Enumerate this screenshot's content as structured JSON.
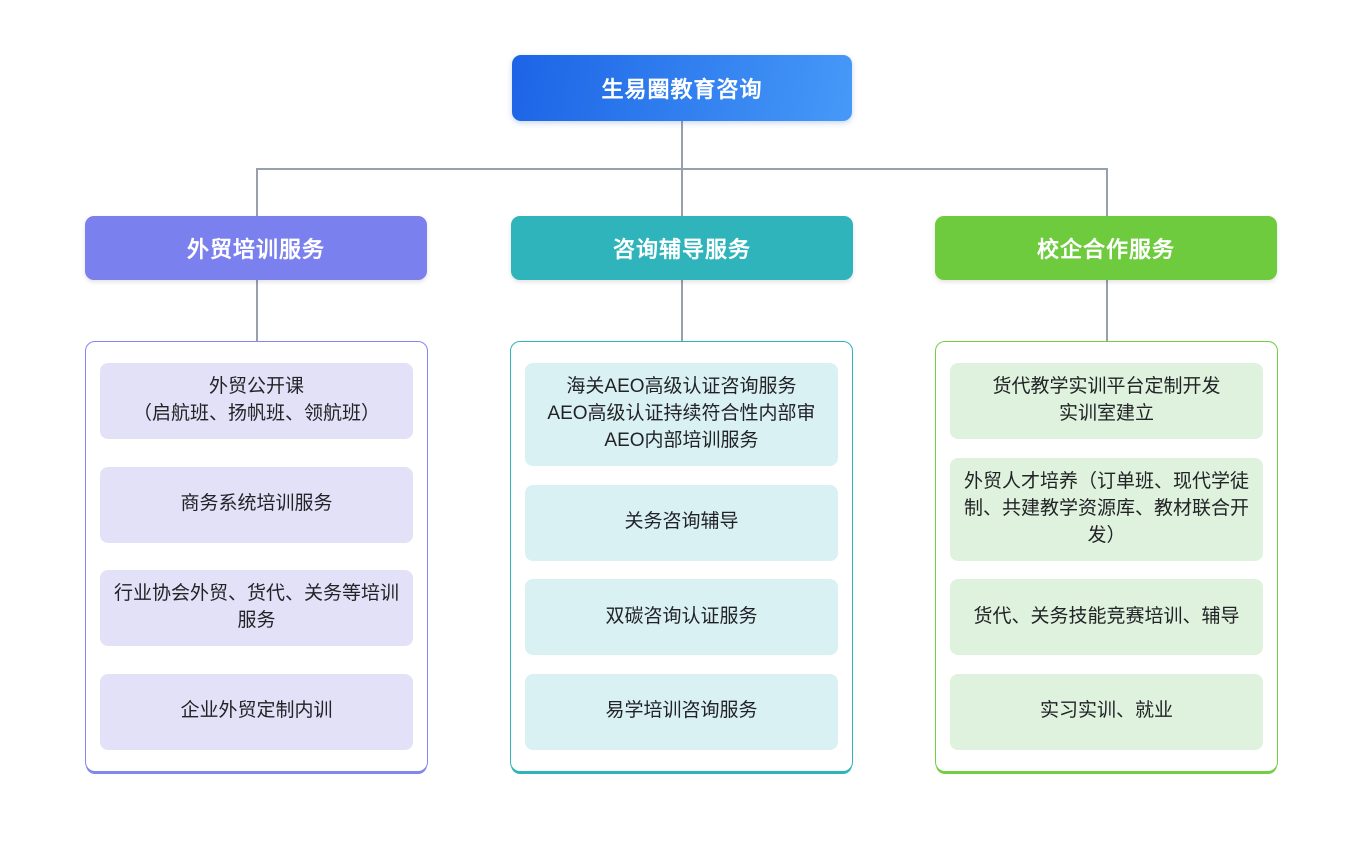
{
  "diagram": {
    "title": "生易圈教育咨询",
    "colors": {
      "root_gradient_start": "#1c64e6",
      "root_gradient_end": "#4699f8",
      "branch1_accent": "#7b80ef",
      "branch1_item_bg": "#e3e1f8",
      "branch2_accent": "#2eb4ba",
      "branch2_item_bg": "#daf1f4",
      "branch3_accent": "#6fcb3e",
      "branch3_item_bg": "#def2dd",
      "connector": "#97a0ab"
    },
    "branches": [
      {
        "label": "外贸培训服务",
        "items": [
          "外贸公开课\n（启航班、扬帆班、领航班）",
          "商务系统培训服务",
          "行业协会外贸、货代、关务等培训服务",
          "企业外贸定制内训"
        ]
      },
      {
        "label": "咨询辅导服务",
        "items": [
          "海关AEO高级认证咨询服务\nAEO高级认证持续符合性内部审\nAEO内部培训服务",
          "关务咨询辅导",
          "双碳咨询认证服务",
          "易学培训咨询服务"
        ]
      },
      {
        "label": "校企合作服务",
        "items": [
          "货代教学实训平台定制开发\n实训室建立",
          "外贸人才培养（订单班、现代学徒制、共建教学资源库、教材联合开发）",
          "货代、关务技能竞赛培训、辅导",
          "实习实训、就业"
        ]
      }
    ]
  }
}
